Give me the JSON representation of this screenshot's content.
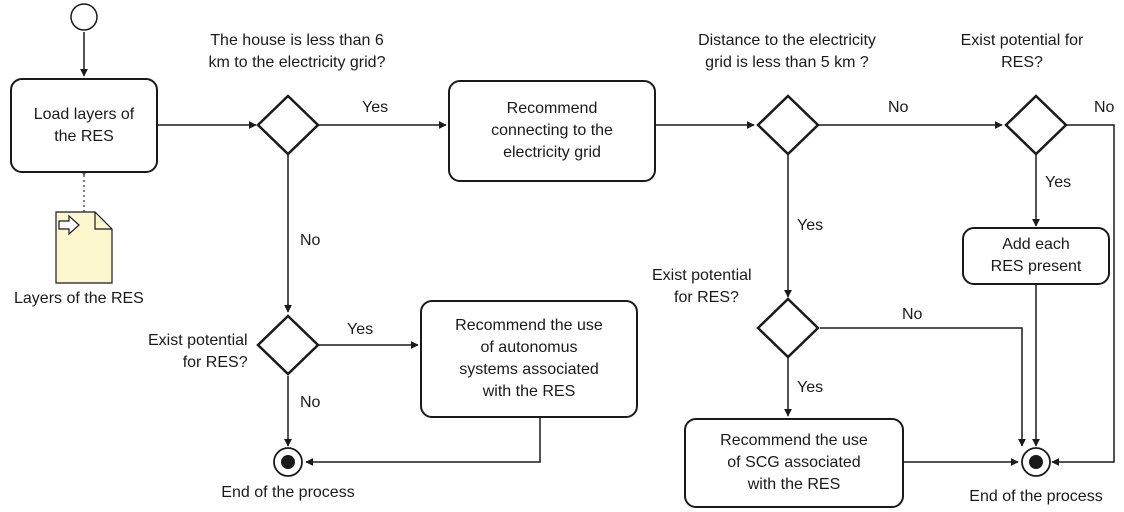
{
  "questions": {
    "house_distance": [
      "The house is less than 6",
      "km to the electricity grid?"
    ],
    "grid_distance": [
      "Distance to the electricity",
      "grid is less than 5 km ?"
    ],
    "potential_top": [
      "Exist potential for",
      "RES?"
    ],
    "potential_mid": [
      "Exist potential",
      "for RES?"
    ],
    "potential_left": [
      "Exist potential",
      "for RES?"
    ]
  },
  "actions": {
    "load_layers": [
      "Load layers of",
      "the RES"
    ],
    "recommend_grid": [
      "Recommend",
      "connecting to the",
      "electricity grid"
    ],
    "add_each_res": [
      "Add each",
      "RES present"
    ],
    "recommend_autonomous": [
      "Recommend the use",
      "of autonomus",
      "systems  associated",
      "with the RES"
    ],
    "recommend_scg": [
      "Recommend the use",
      "of SCG associated",
      "with the RES"
    ]
  },
  "data_object": {
    "label": "Layers of the RES",
    "icon": "document-arrow-icon"
  },
  "end_labels": {
    "left": "End of the process",
    "right": "End of the process"
  },
  "edge_labels": {
    "yes_grid": "Yes",
    "no_left": "No",
    "no_top": "No",
    "no_right": "No",
    "yes_potential_top": "Yes",
    "yes_down_mid": "Yes",
    "yes_autonomous": "Yes",
    "no_potential_mid": "No",
    "yes_scg": "Yes",
    "no_end_left": "No"
  }
}
